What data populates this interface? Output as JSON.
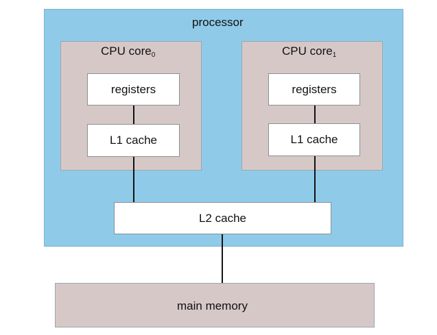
{
  "processor": {
    "label": "processor"
  },
  "core0": {
    "label": "CPU core",
    "subscript": "0",
    "registers": "registers",
    "l1": "L1 cache"
  },
  "core1": {
    "label": "CPU core",
    "subscript": "1",
    "registers": "registers",
    "l1": "L1 cache"
  },
  "l2": {
    "label": "L2 cache"
  },
  "memory": {
    "label": "main memory"
  }
}
